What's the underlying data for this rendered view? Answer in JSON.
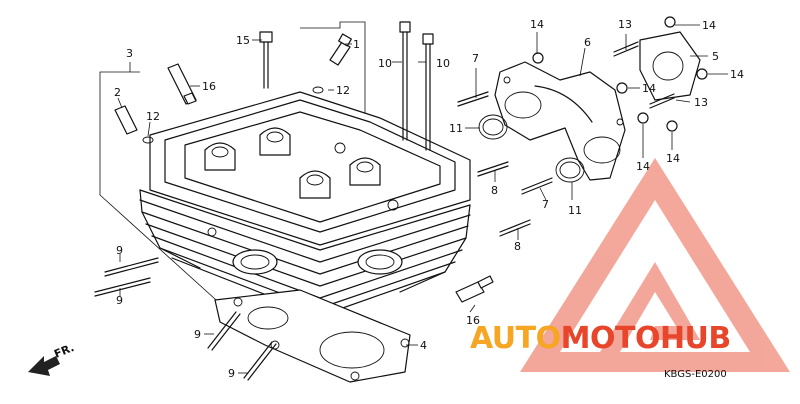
{
  "callouts": [
    {
      "id": "c1",
      "text": "1"
    },
    {
      "id": "c2",
      "text": "2"
    },
    {
      "id": "c3",
      "text": "3"
    },
    {
      "id": "c4",
      "text": "4"
    },
    {
      "id": "c5",
      "text": "5"
    },
    {
      "id": "c6",
      "text": "6"
    },
    {
      "id": "c7a",
      "text": "7"
    },
    {
      "id": "c7b",
      "text": "7"
    },
    {
      "id": "c8a",
      "text": "8"
    },
    {
      "id": "c8b",
      "text": "8"
    },
    {
      "id": "c9a",
      "text": "9"
    },
    {
      "id": "c9b",
      "text": "9"
    },
    {
      "id": "c9c",
      "text": "9"
    },
    {
      "id": "c9d",
      "text": "9"
    },
    {
      "id": "c10a",
      "text": "10"
    },
    {
      "id": "c10b",
      "text": "10"
    },
    {
      "id": "c11a",
      "text": "11"
    },
    {
      "id": "c11b",
      "text": "11"
    },
    {
      "id": "c12a",
      "text": "12"
    },
    {
      "id": "c12b",
      "text": "12"
    },
    {
      "id": "c13a",
      "text": "13"
    },
    {
      "id": "c13b",
      "text": "13"
    },
    {
      "id": "c14a",
      "text": "14"
    },
    {
      "id": "c14b",
      "text": "14"
    },
    {
      "id": "c14c",
      "text": "14"
    },
    {
      "id": "c14d",
      "text": "14"
    },
    {
      "id": "c14e",
      "text": "14"
    },
    {
      "id": "c14f",
      "text": "14"
    },
    {
      "id": "c15",
      "text": "15"
    },
    {
      "id": "c16a",
      "text": "16"
    },
    {
      "id": "c16b",
      "text": "16"
    }
  ],
  "front_arrow_label": "FR.",
  "diagram_code": "KBGS-E0200",
  "watermark": {
    "part1": "AUTO",
    "part2": "MOTO",
    "part3": "HUB",
    "color_light": "#f6a623",
    "color_main": "#e8462b",
    "logo_color": "#f08a7a"
  }
}
